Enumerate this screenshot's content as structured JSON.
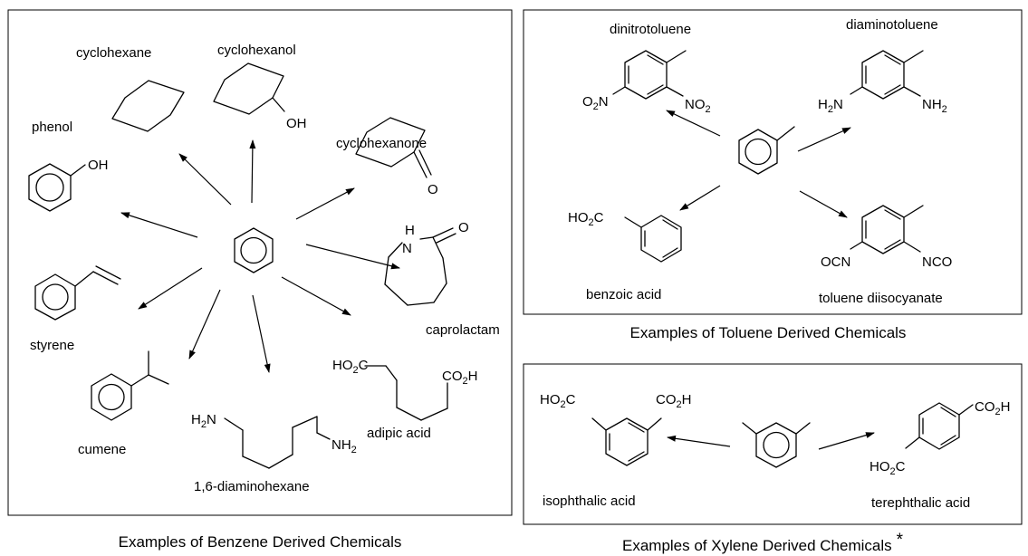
{
  "panels": {
    "benzene": {
      "caption": "Examples of Benzene Derived Chemicals",
      "names": {
        "cyclohexane": "cyclohexane",
        "cyclohexanol": "cyclohexanol",
        "cyclohexanone": "cyclohexanone",
        "phenol": "phenol",
        "caprolactam": "caprolactam",
        "styrene": "styrene",
        "cumene": "cumene",
        "diaminohexane": "1,6-diaminohexane",
        "adipic": "adipic acid"
      }
    },
    "toluene": {
      "caption": "Examples of Toluene Derived Chemicals",
      "names": {
        "dinitrotoluene": "dinitrotoluene",
        "diaminotoluene": "diaminotoluene",
        "benzoic": "benzoic acid",
        "tdi": "toluene diisocyanate"
      }
    },
    "xylene": {
      "caption": "Examples of Xylene Derived Chemicals",
      "asterisk": "*",
      "names": {
        "isophthalic": "isophthalic acid",
        "terephthalic": "terephthalic acid"
      }
    }
  },
  "atoms": {
    "OH": "OH",
    "O": "O",
    "N": "N",
    "H": "H",
    "O2N_a": "O",
    "O2N_s": "2",
    "O2N_b": "N",
    "NO2_a": "NO",
    "NO2_s": "2",
    "H2N_a": "H",
    "H2N_s": "2",
    "H2N_b": "N",
    "NH2_a": "NH",
    "NH2_s": "2",
    "HO2C_a": "HO",
    "HO2C_s": "2",
    "HO2C_b": "C",
    "CO2H_a": "CO",
    "CO2H_s": "2",
    "CO2H_b": "H",
    "OCN": "OCN",
    "NCO": "NCO"
  }
}
